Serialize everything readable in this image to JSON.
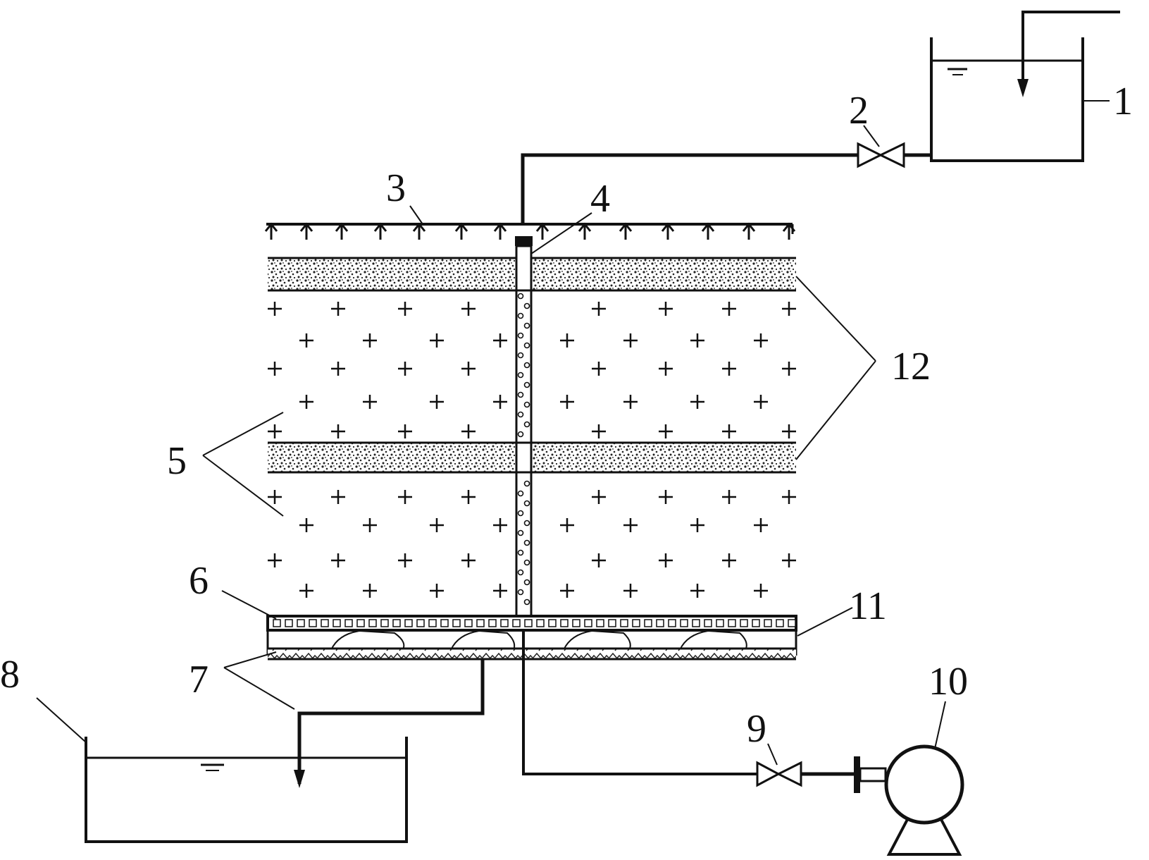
{
  "labels": {
    "tank_inlet": "1",
    "valve_inlet": "2",
    "sprinkler": "3",
    "vent_pipe": "4",
    "soil_layer": "5",
    "support_plate": "6",
    "gravel_layer": "7",
    "outlet_tank": "8",
    "valve_air": "9",
    "pump": "10",
    "aeration_zone": "11",
    "sand_layer": "12"
  },
  "colors": {
    "ink": "#111111",
    "background": "#ffffff"
  }
}
